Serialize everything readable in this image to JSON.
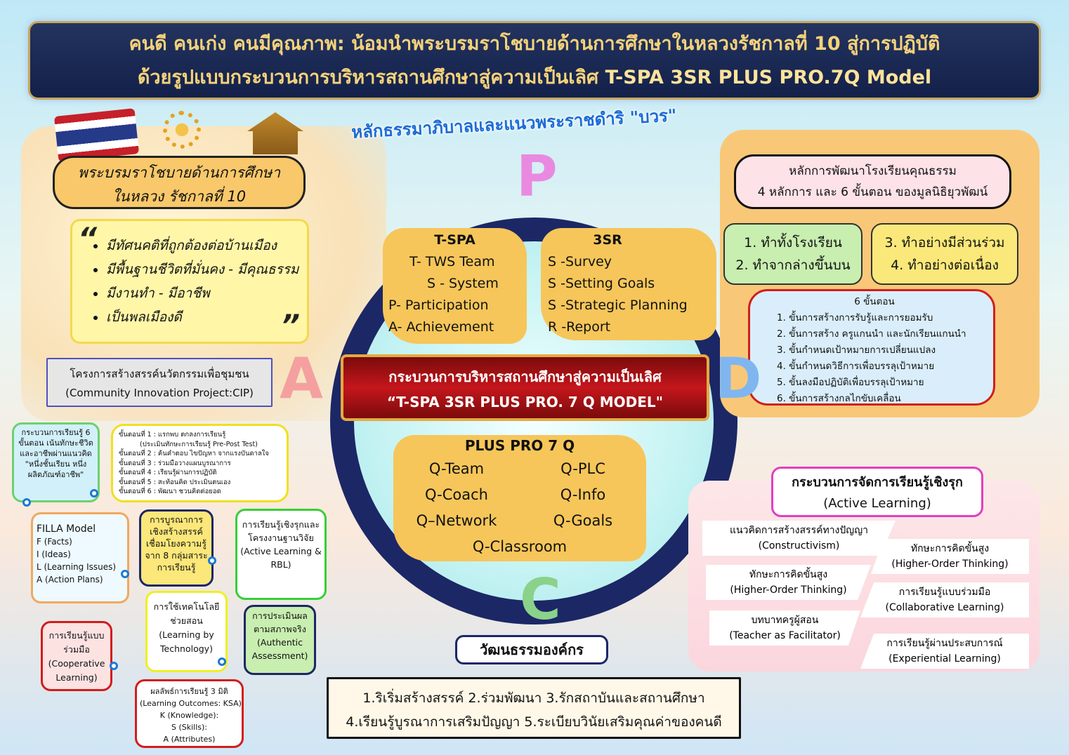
{
  "header": {
    "line1": "คนดี คนเก่ง คนมีคุณภาพ: น้อมนำพระบรมราโชบายด้านการศึกษาในหลวงรัชกาลที่ 10 สู่การปฏิบัติ",
    "line2_th": "ด้วยรูปแบบกระบวนการบริหารสถานศึกษาสู่ความเป็นเลิศ",
    "line2_en": "T-SPA 3SR PLUS PRO.7Q Model"
  },
  "left": {
    "title_line1": "พระบรมราโชบายด้านการศึกษา",
    "title_line2": "ในหลวง รัชกาลที่ 10",
    "bullets": [
      "มีทัศนคติที่ถูกต้องต่อบ้านเมือง",
      "มีพื้นฐานชีวิตที่มั่นคง - มีคุณธรรม",
      "มีงานทำ - มีอาชีพ",
      "เป็นพลเมืองดี"
    ],
    "open_quote": "“",
    "close_quote": "”",
    "cip_line1": "โครงการสร้างสรรค์นวัตกรรมเพื่อชุมชน",
    "cip_line2": "(Community Innovation Project:CIP)",
    "process6": "กระบวนการเรียนรู้ 6 ขั้นตอน เน้นทักษะชีวิตและอาชีพผ่านแนวคิด \"หนึ่งชั้นเรียน หนึ่งผลิตภัณฑ์อาชีพ\"",
    "steps": [
      "ขั้นตอนที่ 1 : แรกพบ ตกลงการเรียนรู้",
      "(ประเมินทักษะการเรียนรู้ Pre-Post Test)",
      "ขั้นตอนที่ 2 : ค้นคำตอบ ไขปัญหา จากแรงบันดาลใจ",
      "ขั้นตอนที่ 3 : ร่วมมือวางแผนบูรณาการ",
      "ขั้นตอนที่ 4 : เรียนรู้ผ่านการปฏิบัติ",
      "ขั้นตอนที่ 5 : สะท้อนคิด ประเมินตนเอง",
      "ขั้นตอนที่ 6 : พัฒนา ชวนคิดต่อยอด"
    ],
    "filla": [
      "FILLA Model",
      "F (Facts)",
      "I (Ideas)",
      "L (Learning Issues)",
      "A (Action Plans)"
    ],
    "integration": "การบูรณาการเชิงสร้างสรรค์ เชื่อมโยงความรู้ จาก 8 กลุ่มสาระการเรียนรู้",
    "active": "การเรียนรู้เชิงรุกและโครงงานฐานวิจัย (Active Learning & RBL)",
    "tech": "การใช้เทคโนโลยีช่วยสอน (Learning by Technology)",
    "authentic": "การประเมินผลตามสภาพจริง (Authentic Assessment)",
    "coop": "การเรียนรู้แบบร่วมมือ (Cooperative Learning)",
    "outcomes": [
      "ผลลัพธ์การเรียนรู้ 3 มิติ",
      "(Learning Outcomes: KSA)",
      "K (Knowledge):",
      "S (Skills):",
      "A (Attributes)"
    ]
  },
  "center": {
    "arc": "หลักธรรมาภิบาลและแนวพระราชดำริ \"บวร\"",
    "letters": {
      "p": "P",
      "a": "A",
      "d": "D",
      "c": "C"
    },
    "tspa": [
      "T-SPA",
      "T- TWS Team",
      "S - System",
      "P- Participation",
      "A- Achievement"
    ],
    "sr": [
      "3SR",
      "S -Survey",
      "S -Setting Goals",
      "S -Strategic Planning",
      "R -Report"
    ],
    "banner1": "กระบวนการบริหารสถานศึกษาสู่ความเป็นเลิศ",
    "banner2": "“T-SPA 3SR PLUS PRO. 7 Q MODEL\"",
    "plus_title": "PLUS PRO  7 Q",
    "q": [
      "Q-Team",
      "Q-PLC",
      "Q-Coach",
      "Q-Info",
      "Q–Network",
      "Q-Goals",
      "Q-Classroom"
    ],
    "culture": "วัฒนธรรมองค์กร",
    "values1": "1.ริเริ่มสร้างสรรค์ 2.ร่วมพัฒนา 3.รักสถาบันและสถานศึกษา",
    "values2": "4.เรียนรู้บูรณาการเสริมปัญญา 5.ระเบียบวินัยเสริมคุณค่าของคนดี"
  },
  "right": {
    "moral1": "หลักการพัฒนาโรงเรียนคุณธรรม",
    "moral2": "4 หลักการ และ 6 ขั้นตอน ของมูลนิธิยุวพัฒน์",
    "p1": "1. ทำทั้งโรงเรียน",
    "p2": "2. ทำจากล่างขึ้นบน",
    "p3": "3. ทำอย่างมีส่วนร่วม",
    "p4": "4. ทำอย่างต่อเนื่อง",
    "six_title": "6 ขั้นตอน",
    "six": [
      "1. ขั้นการสร้างการรับรู้และการยอมรับ",
      "2. ขั้นการสร้าง ครูแกนนำ และนักเรียนแกนนำ",
      "3. ขั้นกำหนดเป้าหมายการเปลี่ยนแปลง",
      "4. ขั้นกำหนดวิธีการเพื่อบรรลุเป้าหมาย",
      "5. ขั้นลงมือปฏิบัติเพื่อบรรลุเป้าหมาย",
      "6. ขั้นการสร้างกลไกขับเคลื่อน"
    ],
    "al_title1": "กระบวนการจัดการเรียนรู้เชิงรุก",
    "al_title2": "(Active Learning)",
    "al": [
      [
        "แนวคิดการสร้างสรรค์ทางปัญญา",
        "(Constructivism)"
      ],
      [
        "ทักษะการคิดขั้นสูง",
        "(Higher-Order Thinking)"
      ],
      [
        "ทักษะการคิดขั้นสูง",
        "(Higher-Order Thinking)"
      ],
      [
        "การเรียนรู้แบบร่วมมือ",
        "(Collaborative Learning)"
      ],
      [
        "บทบาทครูผู้สอน",
        "(Teacher as Facilitator)"
      ],
      [
        "การเรียนรู้ผ่านประสบการณ์",
        "(Experiential Learning)"
      ]
    ]
  },
  "colors": {
    "navy": "#1c2766",
    "gold": "#f6d27a",
    "orange": "#f8c878",
    "red": "#c4161c"
  }
}
